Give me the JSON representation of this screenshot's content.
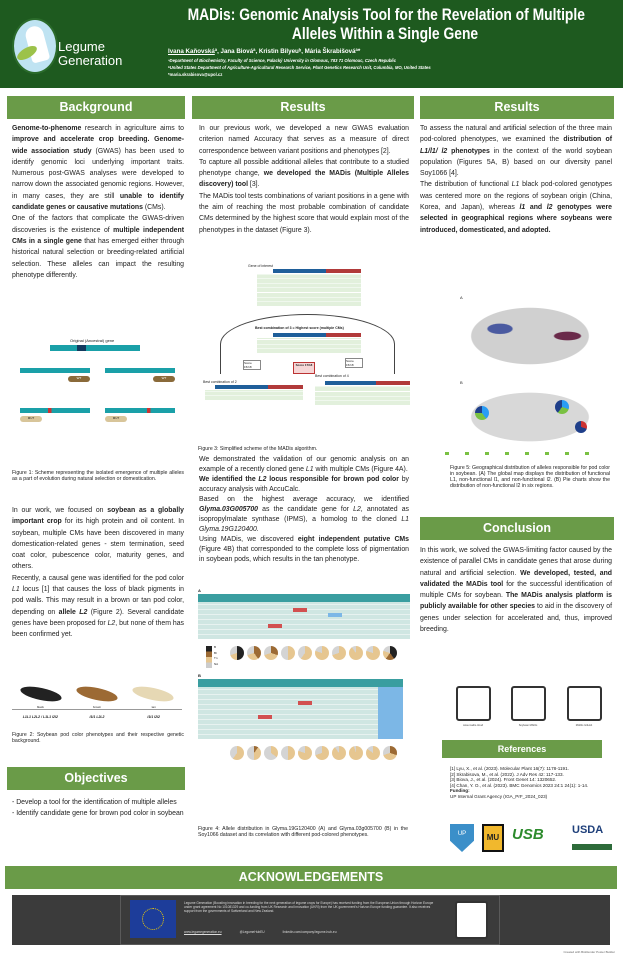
{
  "header": {
    "title_line1": "MADis: Genomic Analysis Tool for the Revelation of Multiple",
    "title_line2": "Alleles Within a Single Gene",
    "logo_text_1": "Legume",
    "logo_text_2": "Generation",
    "authors_underlined": "Ivana Kaňovská",
    "authors_rest": "ª, Jana Biováª, Kristin Bilyeuᵇ, Mária Škrabišováª*",
    "affiliation_a": "ªDepartment of Biochemistry, Faculty of Science, Palacký University in Olomouc, 783 71 Olomouc, Czech Republic",
    "affiliation_b": "ᵇUnited States Department of Agriculture-Agricultural Research Service, Plant Genetics Research Unit, Columbia, MO, United States",
    "email": "*maria.skrabisova@upol.cz"
  },
  "colors": {
    "header": "#1e5a1f",
    "section": "#6a9b48",
    "ack_band": "#3b3b3b"
  },
  "sections": {
    "background": "Background",
    "results1": "Results",
    "results2": "Results",
    "objectives": "Objectives",
    "conclusion": "Conclusion",
    "references": "References",
    "acknowledgements": "ACKNOWLEDGEMENTS"
  },
  "paragraphs": {
    "bg1": [
      [
        {
          "t": "Genome-to-phenome",
          "b": 1
        },
        {
          "t": " research in agriculture aims to "
        },
        {
          "t": "improve and accelerate crop breeding.",
          "b": 1
        },
        {
          "t": " "
        },
        {
          "t": "Genome-wide association study",
          "b": 1
        },
        {
          "t": " (GWAS) has been used to identify genomic loci underlying important traits. Numerous post-GWAS analyses were developed to narrow down the associated genomic regions. However, in many cases, they are still "
        },
        {
          "t": "unable to identify candidate genes or causative mutations",
          "b": 1
        },
        {
          "t": " (CMs)."
        }
      ],
      [
        {
          "t": "One of the factors that complicate the GWAS-driven discoveries is the existence of "
        },
        {
          "t": "multiple independent CMs in a single gene",
          "b": 1
        },
        {
          "t": " that has emerged either through historical natural selection or breeding-related artificial selection. These alleles can impact the resulting phenotype differently."
        }
      ]
    ],
    "bg2": [
      [
        {
          "t": "In our work, we focused on "
        },
        {
          "t": "soybean as a globally important crop",
          "b": 1
        },
        {
          "t": " for its high protein and oil content. In soybean, multiple CMs have been discovered in many domestication-related genes - stem termination, seed coat color, pubescence color, maturity genes, and others."
        }
      ],
      [
        {
          "t": "Recently, a causal gene was identified for the pod color "
        },
        {
          "t": "L1",
          "i": 1
        },
        {
          "t": " locus [1] that causes the loss of black pigments in pod walls. This may result in a brown or tan pod color, depending on "
        },
        {
          "t": "allele ",
          "b": 1
        },
        {
          "t": "L2",
          "b": 1,
          "i": 1
        },
        {
          "t": " (Figure 2). Several candidate genes have been proposed for "
        },
        {
          "t": "L2",
          "i": 1
        },
        {
          "t": ", but none of them has been confirmed yet."
        }
      ]
    ],
    "obj": [
      [
        {
          "t": "- Develop a tool for the identification of multiple alleles"
        }
      ],
      [
        {
          "t": "- Identify candidate gene for brown pod color in soybean"
        }
      ]
    ],
    "res1": [
      [
        {
          "t": "In our previous work, we developed a new GWAS evaluation criterion named Accuracy that serves as a measure of direct correspondence between variant positions and phenotypes [2]."
        }
      ],
      [
        {
          "t": "To capture all possible additional alleles that contribute to a studied phenotype change, "
        },
        {
          "t": "we developed the MADis (Multiple Alleles discovery) tool",
          "b": 1
        },
        {
          "t": " [3]."
        }
      ],
      [
        {
          "t": "The MADis tool tests combinations of variant positions in a gene with the aim of reaching the most probable combination of candidate CMs determined by the highest score that would explain most of the phenotypes in the dataset (Figure 3)."
        }
      ]
    ],
    "res2": [
      [
        {
          "t": "We demonstrated the validation of our genomic analysis on an example of a recently cloned gene "
        },
        {
          "t": "L1",
          "i": 1
        },
        {
          "t": " with multiple CMs (Figure 4A)."
        }
      ],
      [
        {
          "t": "We identified the ",
          "b": 1
        },
        {
          "t": "L2",
          "b": 1,
          "i": 1
        },
        {
          "t": " locus responsible for brown pod color",
          "b": 1
        },
        {
          "t": " by accuracy analysis with AccuCalc."
        }
      ],
      [
        {
          "t": "Based on the highest average accuracy, we identified "
        },
        {
          "t": "Glyma.03G005700",
          "b": 1,
          "i": 1
        },
        {
          "t": " as the candidate gene for "
        },
        {
          "t": "L2",
          "i": 1
        },
        {
          "t": ", annotated as isopropylmalate synthase (IPMS), a homolog to the cloned "
        },
        {
          "t": "L1 Glyma.19G120400.",
          "i": 1
        }
      ],
      [
        {
          "t": "Using MADis, we discovered "
        },
        {
          "t": "eight independent putative CMs",
          "b": 1
        },
        {
          "t": " (Figure 4B) that corresponded to the complete loss of pigmentation in soybean pods, which results in the tan phenotype."
        }
      ]
    ],
    "res3": [
      [
        {
          "t": "To assess the natural and artificial selection of the three main pod-colored phenotypes, we examined the "
        },
        {
          "t": "distribution of ",
          "b": 1
        },
        {
          "t": "L1/l1/ l2",
          "b": 1,
          "i": 1
        },
        {
          "t": " phenotypes",
          "b": 1
        },
        {
          "t": " in the context of the world soybean population (Figures 5A, B) based on our diversity panel Soy1066 [4]."
        }
      ],
      [
        {
          "t": "The distribution of functional "
        },
        {
          "t": "L1",
          "i": 1
        },
        {
          "t": " black pod-colored genotypes was centered more on the regions of soybean origin (China, Korea, and Japan), whereas "
        },
        {
          "t": "l1",
          "b": 1,
          "i": 1
        },
        {
          "t": " and ",
          "b": 1
        },
        {
          "t": "l2",
          "b": 1,
          "i": 1
        },
        {
          "t": " genotypes were selected in geographical regions where soybeans were introduced, domesticated, and adopted.",
          "b": 1
        }
      ]
    ],
    "concl": [
      [
        {
          "t": "In this work, we solved the GWAS-limiting factor caused by the existence of parallel CMs in candidate genes that arose during natural and artificial selection. "
        },
        {
          "t": "We developed, tested, and validated the MADis tool",
          "b": 1
        },
        {
          "t": " for the successful identification of multiple CMs for soybean. "
        },
        {
          "t": "The MADis analysis platform is publicly available for other species",
          "b": 1
        },
        {
          "t": " to aid in the discovery of genes under selection for accelerated and, thus, improved breeding."
        }
      ]
    ]
  },
  "figures": {
    "fig1_caption": "Figure 1: Scheme representing the isolated emergence of multiple alleles as a part of evolution during natural selection or domestication.",
    "fig1_title": "Original (Ancestral) gene",
    "fig1_labels": [
      "WT",
      "WT",
      "MUT",
      "MUT"
    ],
    "fig2_pods": [
      "black",
      "brown",
      "tan"
    ],
    "fig2_genotypes": [
      "L1L1 L2L2 / L1L1 l2l2",
      "l1l1 L2L2",
      "l1l1 l2l2"
    ],
    "fig2_caption": "Figure 2: Soybean pod color phenotypes and their respective genetic background.",
    "fig3_gene": "Gene of interest",
    "fig3_best3": "Best combination of 3 = Highest score (multiple CMs)",
    "fig3_best2": "Best combination of 2",
    "fig3_best4": "Best combination of 4",
    "fig3_scores": [
      "Score 15/18",
      "Score 17/18",
      "Score 15/18"
    ],
    "fig3_caption": "Figure 3: Simplified scheme of the MADis algorithm.",
    "fig4_a": "A",
    "fig4_b": "B",
    "fig4_legend": [
      "B",
      "Br",
      "Tn",
      "NA"
    ],
    "fig4_caption": "Figure 4: Allele distribution in Glyma.19G120400 (A) and Glyma.03g005700 (B) in the Soy1066 dataset and its correlation with different pod-colored phenotypes.",
    "fig5_a": "A",
    "fig5_b": "B",
    "fig5_caption": "Figure 5: Geographical distribution of alleles responsible for pod color in soybean. (A) The global map displays the distribution of functional L1, non-functional l1, and non-functional l2. (B) Pie charts show the distribution of non-functional l2 in six regions."
  },
  "qr_codes": [
    "www.madis.cloud",
    "Soybean MADis",
    "MADis GitHub"
  ],
  "references": [
    "[1] Lyu, X., et al. (2023). Molecular Plant 16(7): 1178-1191.",
    "[2] Skrabisova, M., et al. (2022). J Adv Res 42: 117-133.",
    "[3] Biova, J., et al. (2024). Front Genet 14: 1320652.",
    "[4] Chan, Y. O., et al. (2023). BMC Genomics 2023 24:1 24(1): 1-14."
  ],
  "funding_label": "Funding:",
  "funding": "UP Internal Grant Agency (IGA_PrF_2024_023)",
  "logos": [
    "UP",
    "MU",
    "USB",
    "USDA"
  ],
  "ack": {
    "text": "Legume Generation (Boosting innovation in breeding for the next generation of legume crops for Europe) has received funding from the European Union through Horizon Europe under grant agreement No 101081329 and co-funding from UK Research and Innovation (UKRI) from the UK government's Horizon Europe funding guarantee. It also receives support from the governments of Switzerland and New Zealand.",
    "links": [
      "www.legumegeneration.eu",
      "@LegumeHubEU",
      "linkedin.com/company/legume-hub-eu"
    ]
  },
  "footer": "Created with BioRender Poster Builder"
}
